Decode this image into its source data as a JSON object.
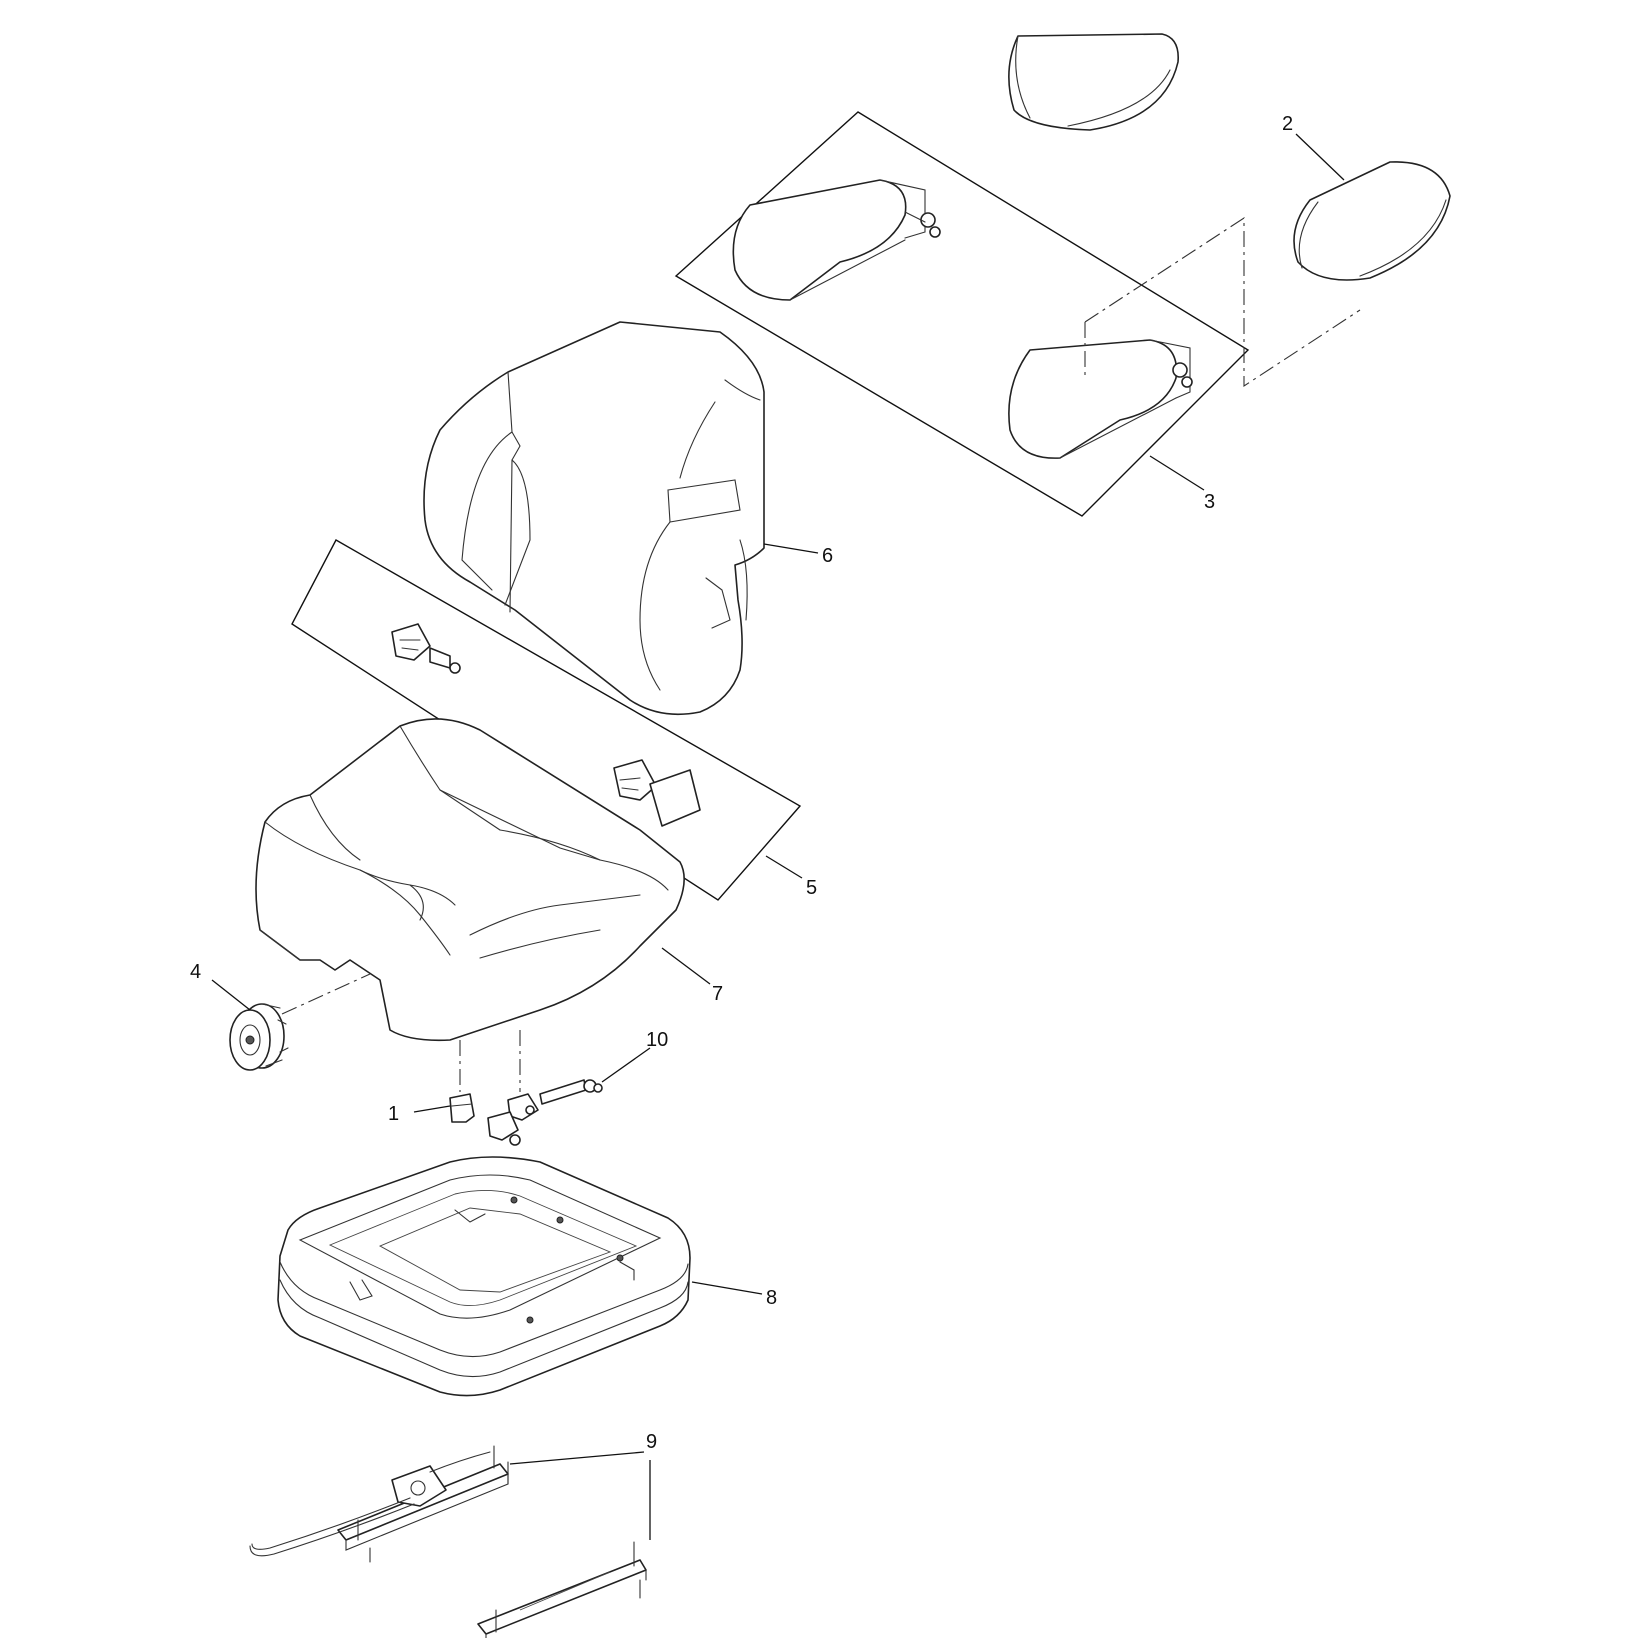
{
  "callouts": [
    {
      "id": "1",
      "label": "1"
    },
    {
      "id": "2",
      "label": "2"
    },
    {
      "id": "3",
      "label": "3"
    },
    {
      "id": "4",
      "label": "4"
    },
    {
      "id": "5",
      "label": "5"
    },
    {
      "id": "6",
      "label": "6"
    },
    {
      "id": "7",
      "label": "7"
    },
    {
      "id": "8",
      "label": "8"
    },
    {
      "id": "9",
      "label": "9"
    },
    {
      "id": "10",
      "label": "10"
    }
  ],
  "colors": {
    "line": "#222222",
    "background": "#ffffff"
  }
}
